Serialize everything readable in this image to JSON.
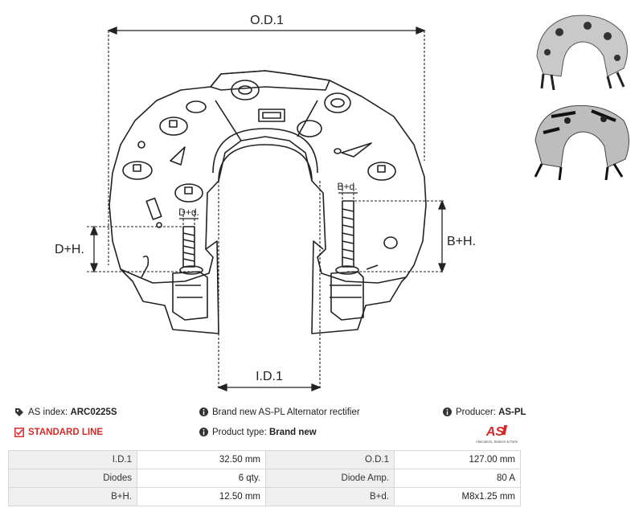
{
  "drawing": {
    "od_label": "O.D.1",
    "id_label": "I.D.1",
    "dh_label": "D+H.",
    "bh_label": "B+H.",
    "dd_label": "D+d.",
    "bd_label": "B+d."
  },
  "info": {
    "as_index_label": "AS index:",
    "as_index_value": "ARC0225S",
    "description": "Brand new AS-PL Alternator rectifier",
    "producer_label": "Producer:",
    "producer_value": "AS-PL",
    "standard_line": "STANDARD LINE",
    "product_type_label": "Product type:",
    "product_type_value": "Brand new"
  },
  "logo": {
    "mark": "AS",
    "tagline": "Alternators, Starters & Parts"
  },
  "specs": [
    {
      "label1": "I.D.1",
      "value1": "32.50 mm",
      "label2": "O.D.1",
      "value2": "127.00 mm"
    },
    {
      "label1": "Diodes",
      "value1": "6 qty.",
      "label2": "Diode Amp.",
      "value2": "80 A"
    },
    {
      "label1": "B+H.",
      "value1": "12.50 mm",
      "label2": "B+d.",
      "value2": "M8x1.25 mm"
    }
  ],
  "colors": {
    "accent_red": "#d42a2a",
    "line": "#222222",
    "cell_label_bg": "#efefef"
  }
}
